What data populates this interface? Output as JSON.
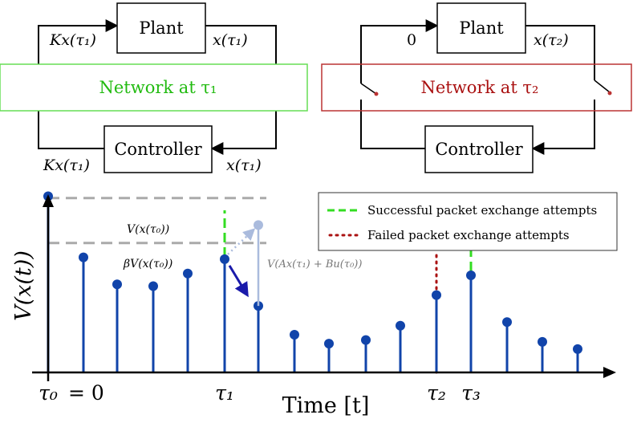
{
  "left_loop": {
    "plant_label": "Plant",
    "controller_label": "Controller",
    "network_label": "Network at τ₁",
    "top_left_signal": "Kx(τ₁)",
    "top_right_signal": "x(τ₁)",
    "bottom_left_signal": "Kx(τ₁)",
    "bottom_right_signal": "x(τ₁)"
  },
  "right_loop": {
    "plant_label": "Plant",
    "controller_label": "Controller",
    "network_label": "Network at τ₂",
    "top_left_signal": "0",
    "top_right_signal": "x(τ₂)"
  },
  "colors": {
    "success": "#33dd22",
    "failure": "#aa1111",
    "stem": "#1144aa",
    "network_left": "#66dd55",
    "network_right": "#bb3333",
    "threshold": "#aaaaaa",
    "predicted": "#aabbdd",
    "arrow": "#1a1aaa"
  },
  "chart_data": {
    "type": "stem",
    "ylabel": "V(x(t))",
    "xlabel": "Time [t]",
    "stems": [
      {
        "k": 0,
        "v": 0.98
      },
      {
        "k": 1,
        "v": 0.64
      },
      {
        "k": 2,
        "v": 0.49
      },
      {
        "k": 3,
        "v": 0.48
      },
      {
        "k": 4,
        "v": 0.55
      },
      {
        "k": 5,
        "v": 0.63
      },
      {
        "k": 6,
        "v": 0.37
      },
      {
        "k": 7,
        "v": 0.21
      },
      {
        "k": 8,
        "v": 0.16
      },
      {
        "k": 9,
        "v": 0.18
      },
      {
        "k": 10,
        "v": 0.26
      },
      {
        "k": 11,
        "v": 0.43
      },
      {
        "k": 12,
        "v": 0.54
      },
      {
        "k": 13,
        "v": 0.28
      },
      {
        "k": 14,
        "v": 0.17
      },
      {
        "k": 15,
        "v": 0.13
      }
    ],
    "predicted_point": {
      "k": 6,
      "v": 0.82,
      "label": "V(Ax(τ₁) + Bu(τ₀))"
    },
    "thresholds": [
      {
        "v": 0.97,
        "label": "V(x(τ₀))"
      },
      {
        "v": 0.72,
        "label": "βV(x(τ₀))"
      }
    ],
    "success_events": [
      0,
      5,
      12
    ],
    "failure_events": [
      11
    ],
    "tick_labels": [
      {
        "k": 0,
        "label": "τ₀"
      },
      {
        "k": 1,
        "label": "= 0"
      },
      {
        "k": 5,
        "label": "τ₁"
      },
      {
        "k": 11,
        "label": "τ₂"
      },
      {
        "k": 12,
        "label": "τ₃"
      }
    ],
    "legend": {
      "position": "top-right",
      "entries": [
        {
          "label": "Successful packet exchange attempts",
          "style": "dashed",
          "color": "#33dd22"
        },
        {
          "label": "Failed packet exchange attempts",
          "style": "dotted",
          "color": "#aa1111"
        }
      ]
    }
  }
}
